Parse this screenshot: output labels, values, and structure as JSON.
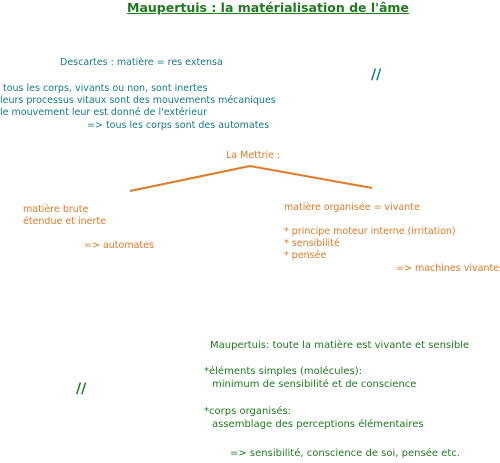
{
  "title": "Maupertuis : la matérialisation de l'âme",
  "separator": "//",
  "descartes": {
    "heading": "Descartes : matière = res extensa",
    "lines": [
      "tous les corps, vivants ou non, sont inertes",
      "leurs processus vitaux sont des mouvements mécaniques",
      "le mouvement leur est donné de l'extérieur"
    ],
    "conclusion": "=> tous les corps sont des automates"
  },
  "lamettrie": {
    "heading": "La Mettrie :",
    "left": {
      "lines": [
        "matière brute",
        "étendue et inerte"
      ],
      "conclusion": "=> automates"
    },
    "right": {
      "heading": "matière organisée = vivante",
      "bullets": [
        "* principe moteur interne (irritation)",
        "* sensibilité",
        "* pensée"
      ],
      "conclusion": "=> machines vivantes"
    }
  },
  "maupertuis": {
    "heading": "Maupertuis: toute la matière est vivante et sensible",
    "simple": {
      "label": "*éléments simples (molécules):",
      "detail": "minimum de sensibilité et de conscience"
    },
    "organized": {
      "label": "*corps organisés:",
      "detail": "assemblage des perceptions élémentaires"
    },
    "conclusion": "=> sensibilité, conscience de soi, pensée etc."
  },
  "colors": {
    "title": "#1f7a1f",
    "descartes": "#157a8a",
    "lamettrie": "#e07a25",
    "maupertuis": "#1f7a1f"
  }
}
